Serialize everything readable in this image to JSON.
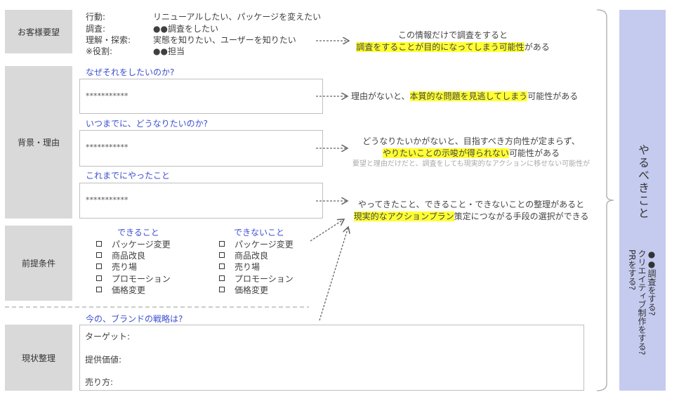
{
  "labels": {
    "request": "お客様要望",
    "background": "背景・理由",
    "preconditions": "前提条件",
    "current": "現状整理"
  },
  "request": {
    "rows": [
      {
        "key": "行動:",
        "value": "リニューアルしたい、パッケージを変えたい"
      },
      {
        "key": "調査:",
        "value": "●●調査をしたい"
      },
      {
        "key": "理解・探索:",
        "value": "実態を知りたい、ユーザーを知りたい"
      },
      {
        "key": "※役割:",
        "value": "●●担当"
      }
    ]
  },
  "notes": {
    "n1": {
      "line1": "この情報だけで調査をすると",
      "hl": "調査をすることが目的になってしまう可能性",
      "rest": "がある"
    },
    "n2": {
      "pre": "理由がないと、",
      "hl": "本質的な問題を見逃してしまう",
      "rest": "可能性がある"
    },
    "n3": {
      "line1": "どうなりたいかがないと、目指すべき方向性が定まらず、",
      "hl": "やりたいことの示唆が得られない",
      "rest": "可能性がある",
      "faint": "要望と理由だけだと、調査をしても現実的なアクションに移せない可能性が"
    },
    "n4": {
      "line1": "やってきたこと、できること・できないことの整理があると",
      "hl": "現実的なアクションプラン",
      "rest": "策定につながる手段の選択ができる"
    }
  },
  "background": {
    "q1": "なぜそれをしたいのか?",
    "a1": "***********",
    "q2": "いつまでに、どうなりたいのか?",
    "a2": "***********",
    "q3": "これまでにやったこと",
    "a3": "***********"
  },
  "preconditions": {
    "can": {
      "title": "できること",
      "items": [
        "パッケージ変更",
        "商品改良",
        "売り場",
        "プロモーション",
        "価格変更"
      ]
    },
    "cannot": {
      "title": "できないこと",
      "items": [
        "パッケージ変更",
        "商品改良",
        "売り場",
        "プロモーション",
        "価格変更"
      ]
    }
  },
  "current": {
    "question": "今の、ブランドの戦略は?",
    "fields": [
      "ターゲット:",
      "提供価値:",
      "売り方:"
    ]
  },
  "todo": {
    "title": "やるべきこと",
    "items": [
      "●●調査をする?",
      "クリエイティブ制作をする?",
      "PRをする?"
    ]
  }
}
